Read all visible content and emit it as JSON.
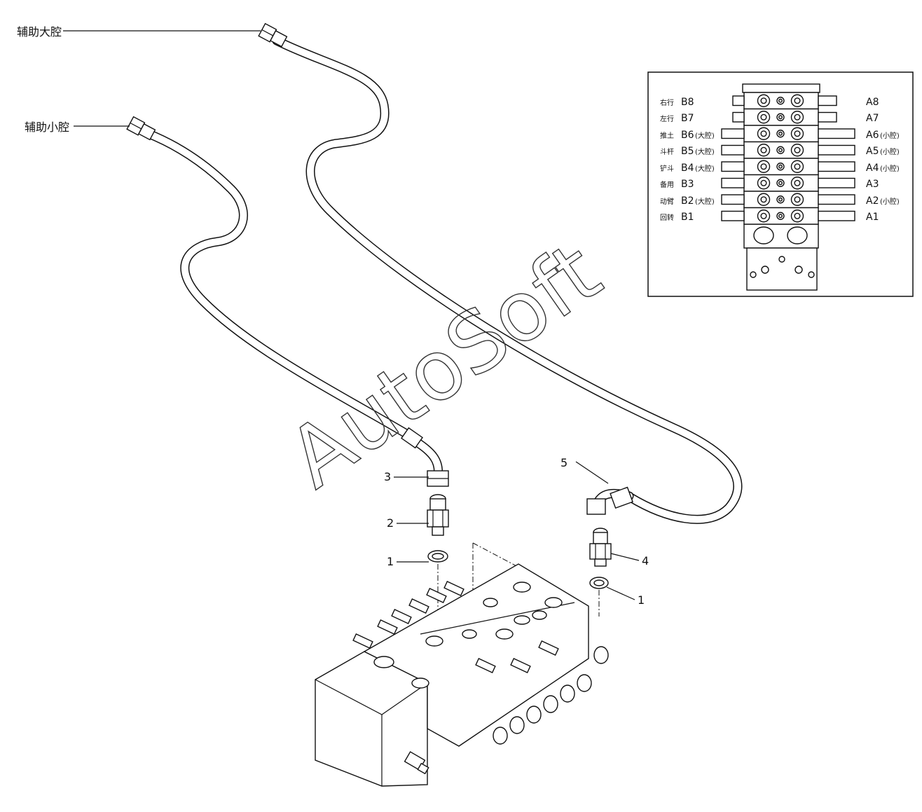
{
  "hose_labels": {
    "large_chamber": "辅助大腔",
    "small_chamber": "辅助小腔"
  },
  "callouts": [
    "3",
    "2",
    "1",
    "5",
    "4",
    "1"
  ],
  "inset": {
    "rows": [
      {
        "name_zh": "右行",
        "b": "B8",
        "b_suffix": "",
        "a": "A8",
        "a_suffix": ""
      },
      {
        "name_zh": "左行",
        "b": "B7",
        "b_suffix": "",
        "a": "A7",
        "a_suffix": ""
      },
      {
        "name_zh": "推土",
        "b": "B6",
        "b_suffix": "(大腔)",
        "a": "A6",
        "a_suffix": "(小腔)"
      },
      {
        "name_zh": "斗杆",
        "b": "B5",
        "b_suffix": "(大腔)",
        "a": "A5",
        "a_suffix": "(小腔)"
      },
      {
        "name_zh": "铲斗",
        "b": "B4",
        "b_suffix": "(大腔)",
        "a": "A4",
        "a_suffix": "(小腔)"
      },
      {
        "name_zh": "备用",
        "b": "B3",
        "b_suffix": "",
        "a": "A3",
        "a_suffix": ""
      },
      {
        "name_zh": "动臂",
        "b": "B2",
        "b_suffix": "(大腔)",
        "a": "A2",
        "a_suffix": "(小腔)"
      },
      {
        "name_zh": "回转",
        "b": "B1",
        "b_suffix": "",
        "a": "A1",
        "a_suffix": ""
      }
    ]
  },
  "watermark": "AutoSoft"
}
